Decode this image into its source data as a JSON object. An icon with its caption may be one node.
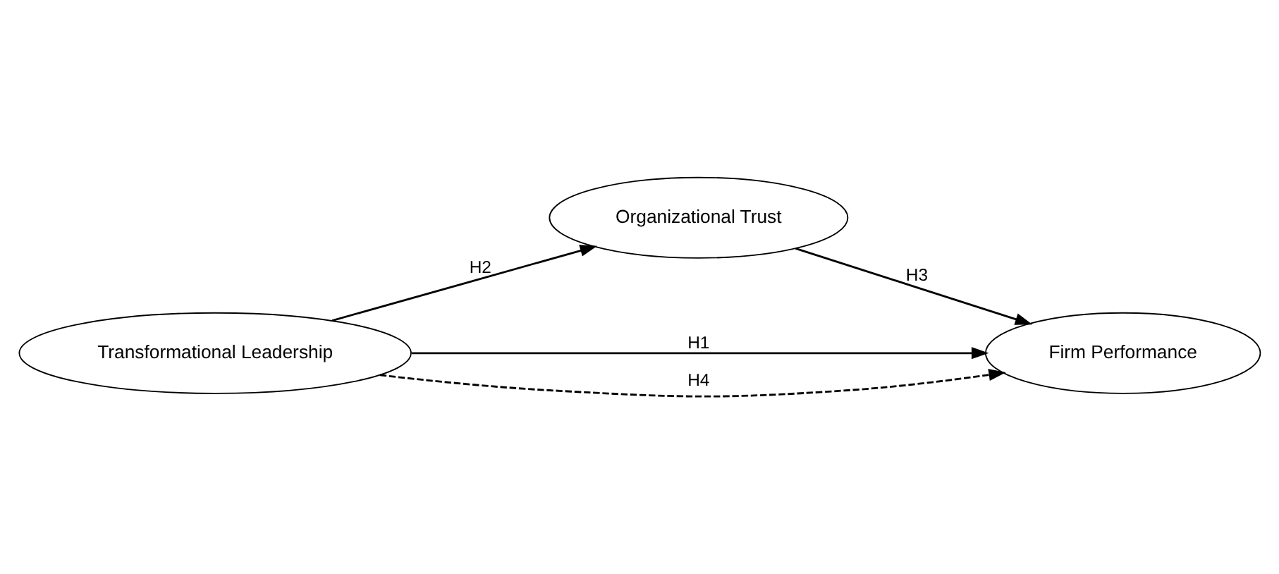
{
  "diagram": {
    "nodes": [
      {
        "text": [
          "Organizational Trust"
        ]
      },
      {
        "text": [
          "Transformational Leadership"
        ]
      },
      {
        "text": [
          "Firm Performance"
        ]
      }
    ],
    "edges": [
      {
        "from": 1,
        "to": 2,
        "arrow": "to",
        "label": "H1"
      },
      {
        "from": 1,
        "to": 0,
        "arrow": "to",
        "label": "H2"
      },
      {
        "from": 0,
        "to": 2,
        "arrow": "to",
        "label": "H3"
      },
      {
        "from": 1,
        "to": 2,
        "arrow": "to",
        "label": "H4",
        "style": "dashed"
      }
    ]
  }
}
